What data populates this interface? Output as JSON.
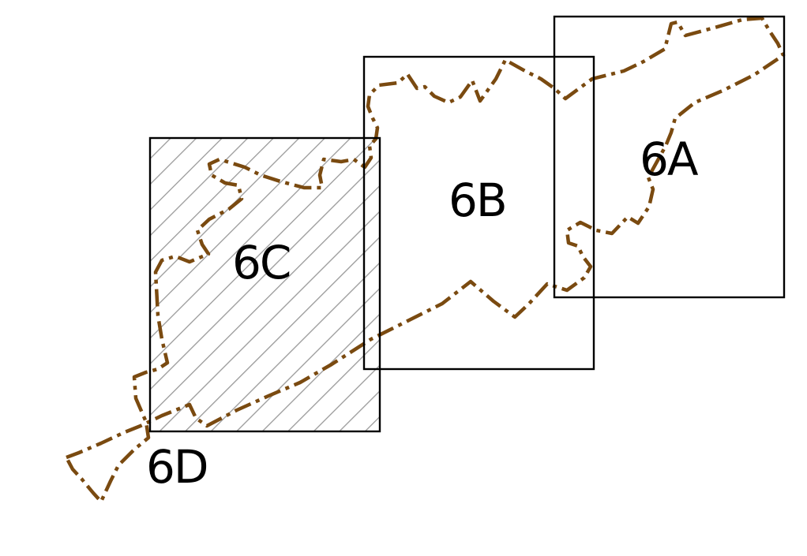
{
  "tiles": [
    {
      "id": "6A",
      "label": "6A",
      "hatched": false
    },
    {
      "id": "6B",
      "label": "6B",
      "hatched": false
    },
    {
      "id": "6C",
      "label": "6C",
      "hatched": true
    },
    {
      "id": "6D",
      "label": "6D",
      "hatched": false
    }
  ],
  "colors": {
    "boundary": "#7a4a10",
    "hatch": "#999999",
    "frame": "#000000",
    "background": "#ffffff"
  },
  "boundary": {
    "style": "dash-dot"
  }
}
